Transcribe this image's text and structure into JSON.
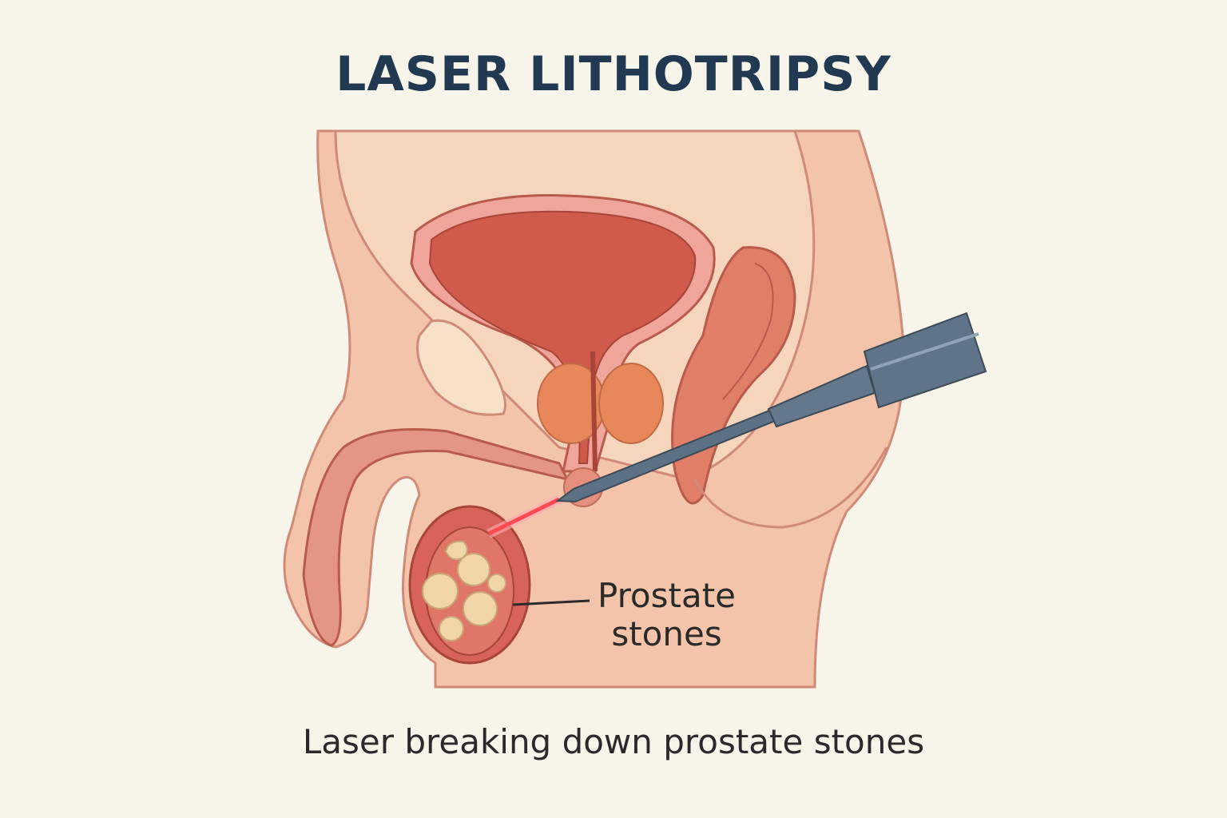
{
  "title": "LASER LITHOTRIPSY",
  "label": {
    "line1": "Prostate",
    "line2": "stones"
  },
  "caption": "Laser breaking down prostate stones",
  "colors": {
    "background": "#f7f4ea",
    "title": "#213a52",
    "skin": "#f4c4aa",
    "bladder": "#d05a4c",
    "prostate": "#e8875a",
    "stone": "#f0d5a8",
    "laser": "#ff4a55",
    "instrument": "#5d7184"
  }
}
